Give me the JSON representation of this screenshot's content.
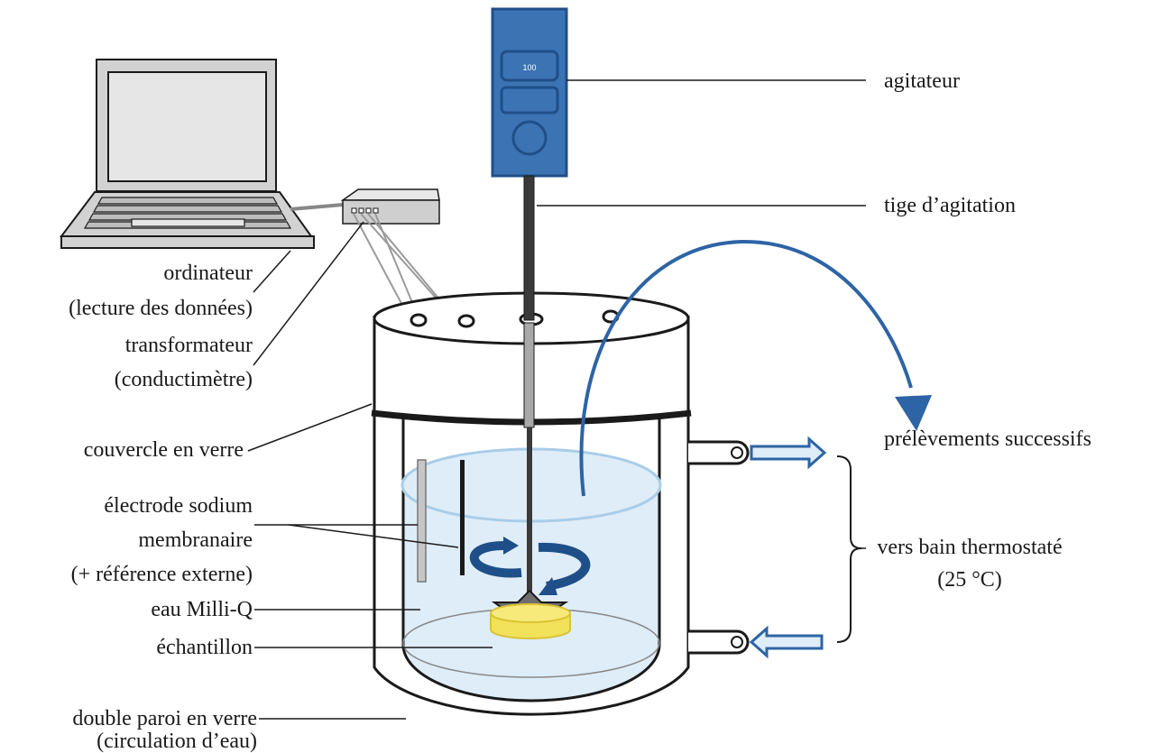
{
  "colors": {
    "water": "#deedf8",
    "water_ring": "#a9cde8",
    "stirrer_body": "#3b73b3",
    "stirrer_edge": "#1f4f88",
    "arrow_blue": "#2d64a5",
    "sample": "#f2e15a",
    "computer": "#d2d2d2",
    "line": "#1a1a1a"
  },
  "icons": [
    "laptop-icon",
    "transformer-box-icon",
    "stirrer-icon",
    "sampling-arrow-icon",
    "rotation-arrow-icon",
    "water-flow-arrow-icon"
  ],
  "stirrer": {
    "display_value": "100"
  },
  "labels": {
    "agitateur": "agitateur",
    "tige": "tige d’agitation",
    "ordinateur_1": "ordinateur",
    "ordinateur_2": "(lecture des données)",
    "transformateur_1": "transformateur",
    "transformateur_2": "(conductimètre)",
    "couvercle": "couvercle en verre",
    "electrode_1": "électrode sodium",
    "electrode_2": "membranaire",
    "electrode_3": "(+ référence externe)",
    "eau": "eau Milli-Q",
    "echantillon": "échantillon",
    "paroi_1": "double paroi en verre",
    "paroi_2": "(circulation d’eau)",
    "prelevements": "prélèvements successifs",
    "bain_1": "vers bain thermostaté",
    "bain_2": "(25 °C)"
  }
}
